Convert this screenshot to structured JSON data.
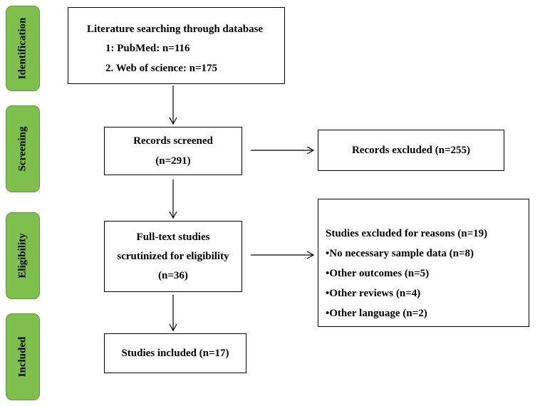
{
  "stages": {
    "identification": "Identification",
    "screening": "Screening",
    "eligibility": "Eligibility",
    "included": "Included"
  },
  "identification_box": {
    "title": "Literature searching through database",
    "line1": "1: PubMed: n=116",
    "line2": "2. Web of science: n=175"
  },
  "screened_box": {
    "line1": "Records screened",
    "line2": "(n=291)"
  },
  "excluded_box": {
    "text": "Records excluded (n=255)"
  },
  "fulltext_box": {
    "line1": "Full-text studies",
    "line2": "scrutinized for eligibility",
    "line3": "(n=36)"
  },
  "reasons_box": {
    "title": "Studies excluded for reasons (n=19)",
    "items": [
      "•No necessary sample data (n=8)",
      "•Other outcomes (n=5)",
      "•Other reviews (n=4)",
      "•Other language (n=2)"
    ]
  },
  "included_box": {
    "text": "Studies included (n=17)"
  }
}
